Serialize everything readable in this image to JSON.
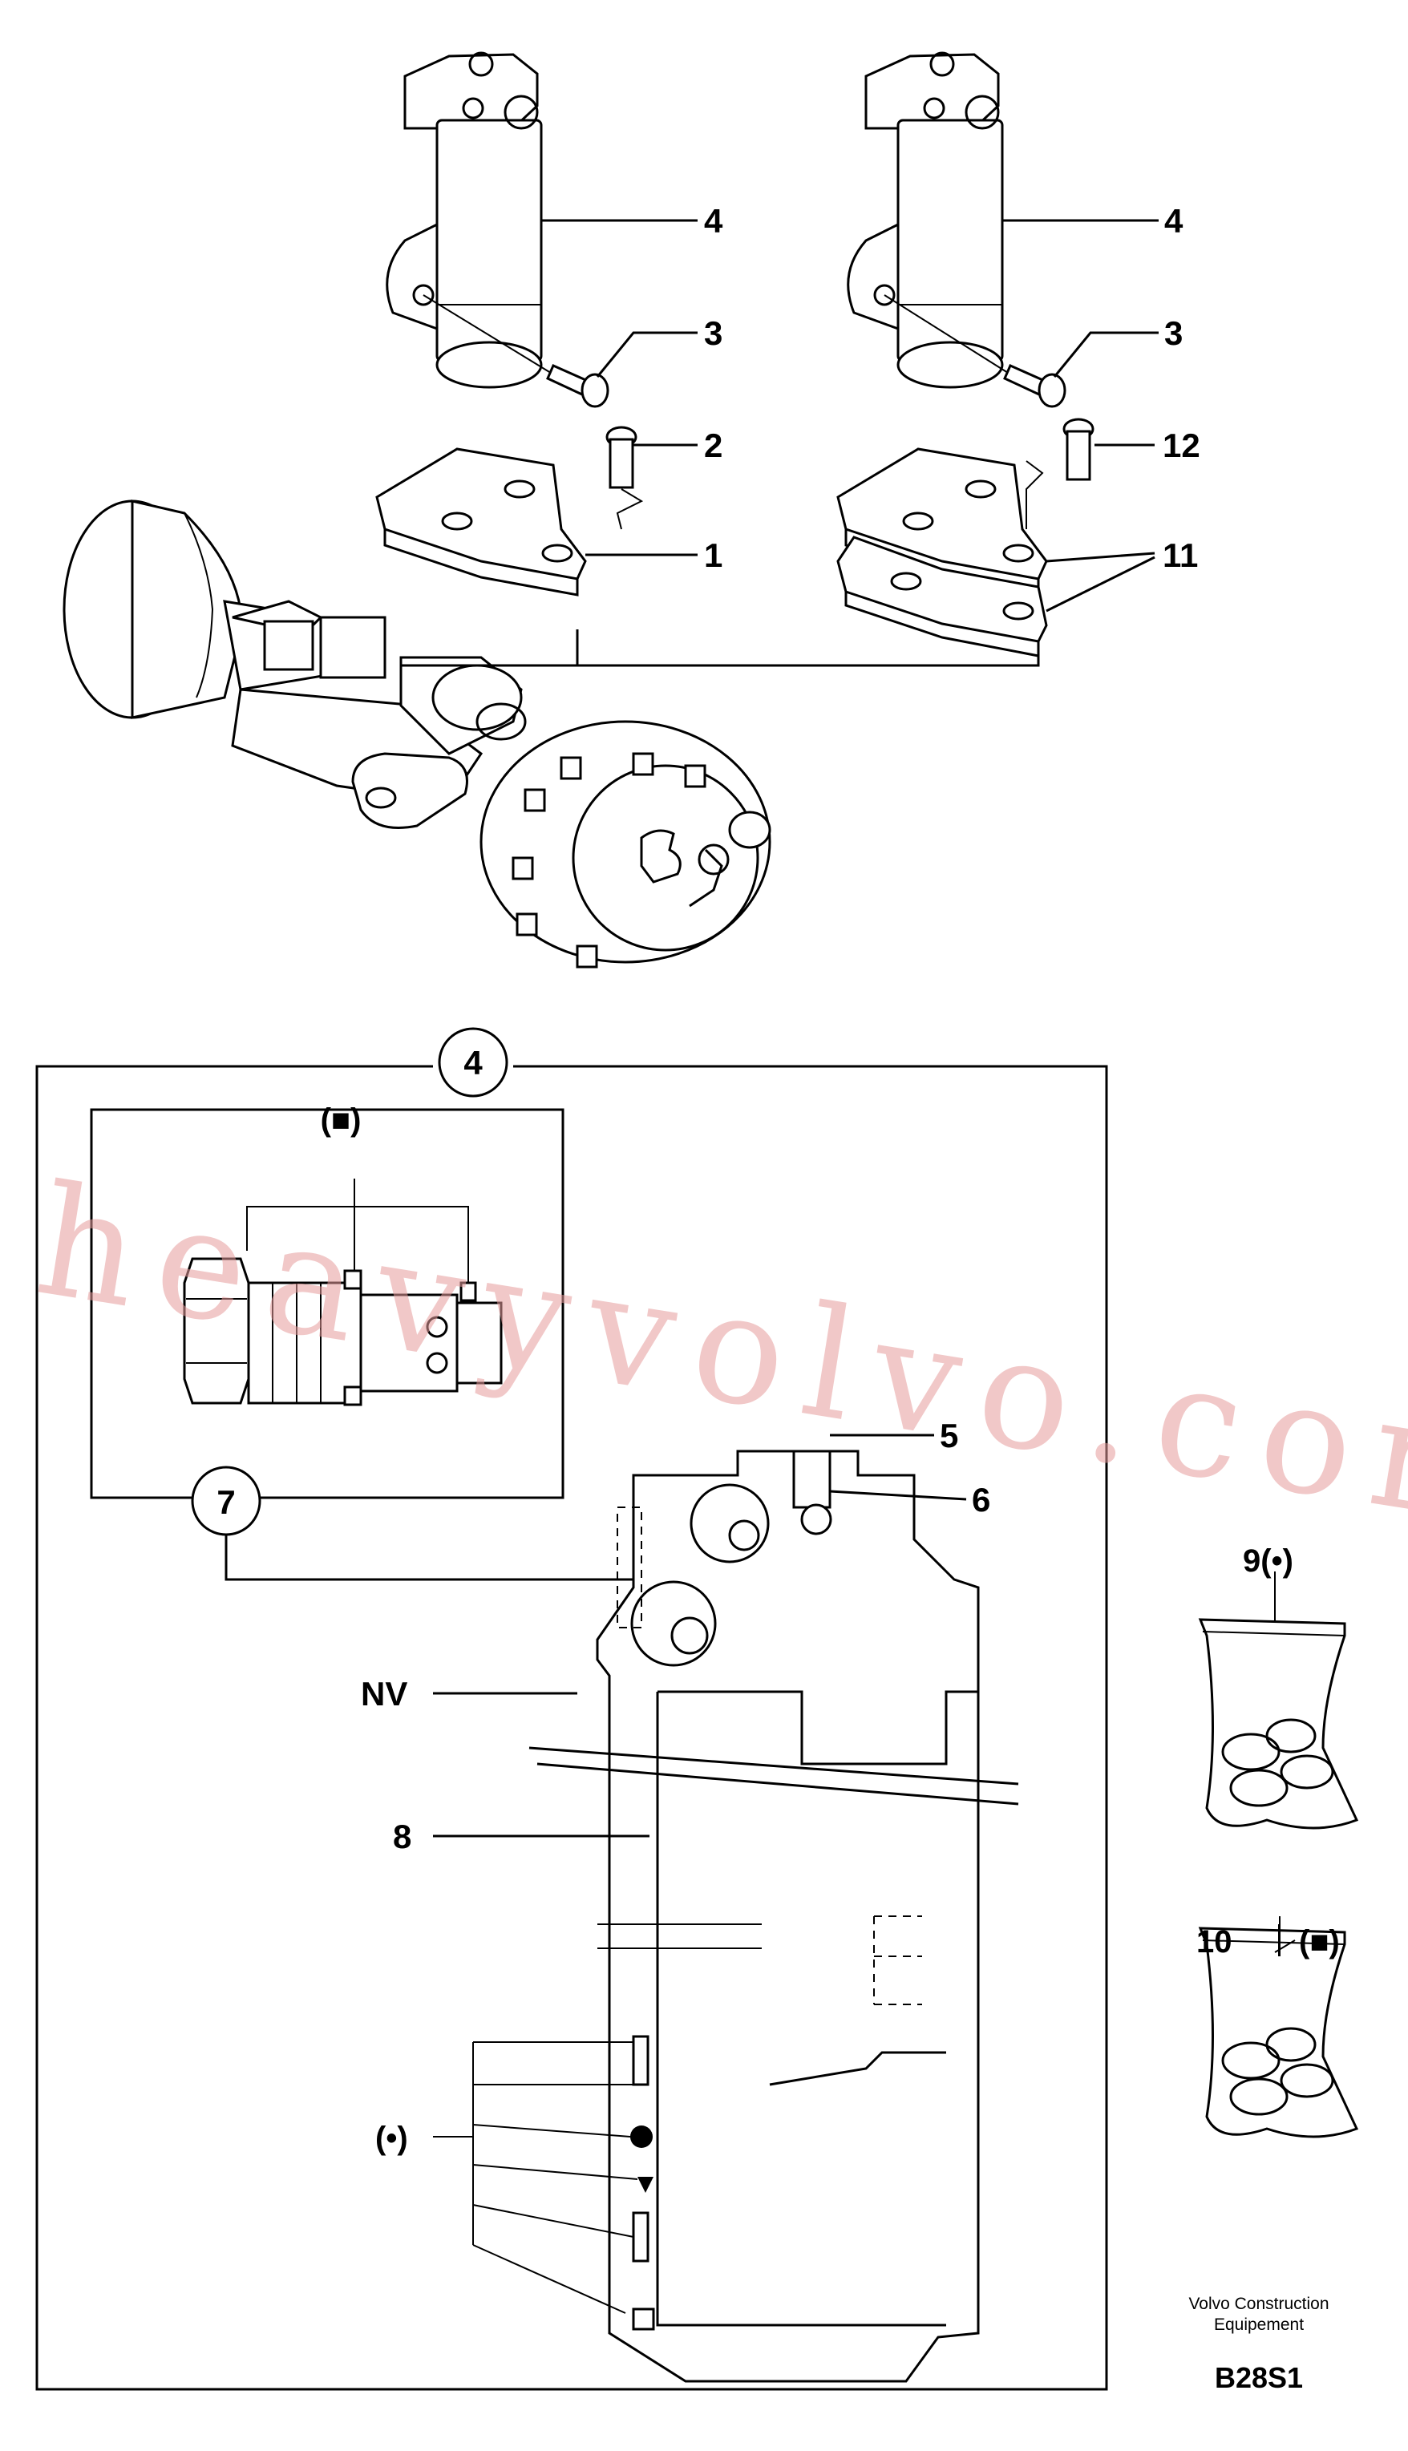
{
  "callouts": {
    "c4_left": "4",
    "c3_left": "3",
    "c2": "2",
    "c1": "1",
    "c4_right": "4",
    "c3_right": "3",
    "c12": "12",
    "c11": "11",
    "detail_4": "4",
    "detail_7": "7",
    "square_marker": "(■)",
    "c5": "5",
    "c6": "6",
    "nv": "NV",
    "c8": "8",
    "dot_marker": "(•)",
    "kit9": "9(•)",
    "kit10": "10",
    "kit10_marker": "(■)"
  },
  "footer": {
    "line1": "Volvo Construction",
    "line2": "Equipement",
    "code": "B28S1"
  },
  "watermark": "heavyvolvo.com"
}
